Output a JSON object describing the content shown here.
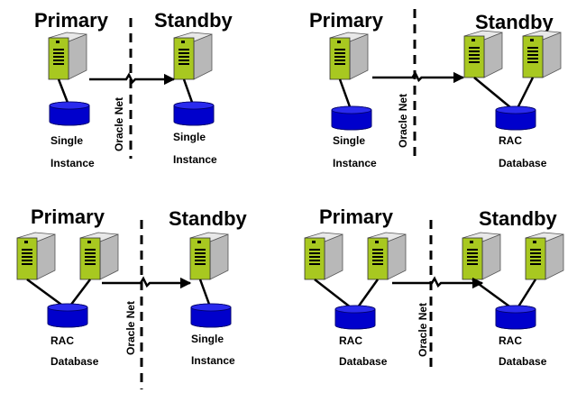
{
  "panels": [
    {
      "primary_title": "Primary",
      "standby_title": "Standby",
      "network_label": "Oracle Net",
      "primary_db": {
        "line1": "Single",
        "line2": "Instance"
      },
      "standby_db": {
        "line1": "Single",
        "line2": "Instance"
      }
    },
    {
      "primary_title": "Primary",
      "standby_title": "Standby",
      "network_label": "Oracle Net",
      "primary_db": {
        "line1": "Single",
        "line2": "Instance"
      },
      "standby_db": {
        "line1": "RAC",
        "line2": "Database"
      }
    },
    {
      "primary_title": "Primary",
      "standby_title": "Standby",
      "network_label": "Oracle Net",
      "primary_db": {
        "line1": "RAC",
        "line2": "Database"
      },
      "standby_db": {
        "line1": "Single",
        "line2": "Instance"
      }
    },
    {
      "primary_title": "Primary",
      "standby_title": "Standby",
      "network_label": "Oracle Net",
      "primary_db": {
        "line1": "RAC",
        "line2": "Database"
      },
      "standby_db": {
        "line1": "RAC",
        "line2": "Database"
      }
    }
  ],
  "colors": {
    "server_front": "#a8c820",
    "server_side": "#b8b8b8",
    "server_top": "#e8e8e8",
    "disk_fill": "#0000cc",
    "disk_top": "#2a2aee"
  },
  "icons": {
    "server": "server-icon",
    "disk": "database-disk-icon",
    "link": "network-link-icon"
  }
}
